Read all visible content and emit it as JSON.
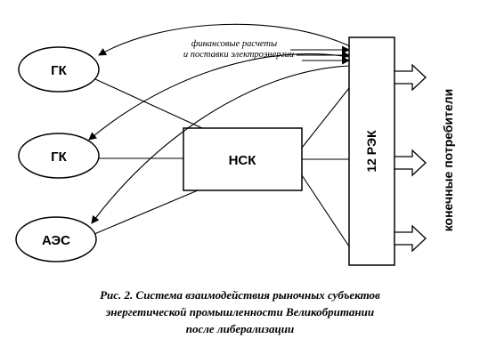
{
  "nodes": {
    "gk_top": "ГК",
    "gk_mid": "ГК",
    "aes": "АЭС",
    "nsk": "НСК",
    "rek": "12 РЭК"
  },
  "annotation": {
    "line1": "финансовые расчеты",
    "line2": "и поставки электроэнергии"
  },
  "side_label": "конечные потребители",
  "caption": {
    "line1": "Рис. 2. Система взаимодействия рыночных субъектов",
    "line2": "энергетической промышленности Великобритании",
    "line3": "после либерализации"
  },
  "colors": {
    "stroke": "#000000",
    "background": "#ffffff"
  }
}
